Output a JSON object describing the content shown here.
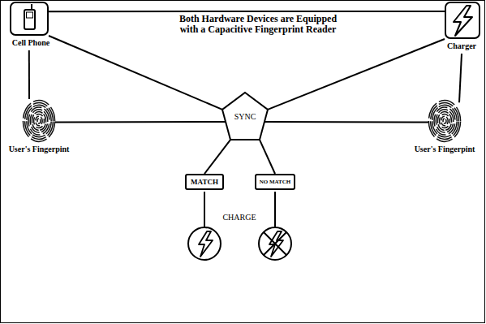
{
  "diagram": {
    "nodes": [
      {
        "text": [
          "Cell Phone"
        ]
      },
      {
        "text": [
          "Charger"
        ]
      },
      {
        "text": [
          "User's Fingerpint"
        ]
      },
      {
        "text": [
          "SYNC"
        ]
      },
      {
        "text": [
          "User's Fingerpint"
        ]
      },
      {
        "text": [
          "MATCH"
        ]
      },
      {
        "text": [
          "NO MATCH"
        ]
      }
    ],
    "edges": [
      {
        "from": 0,
        "to": 1,
        "arrow": "none",
        "label": "Both Hardware Devices are Equipped with a Capacitive Fingerprint Reader"
      },
      {
        "from": 0,
        "to": 3,
        "arrow": "none"
      },
      {
        "from": 1,
        "to": 3,
        "arrow": "none"
      },
      {
        "from": 0,
        "to": 2,
        "arrow": "none"
      },
      {
        "from": 1,
        "to": 4,
        "arrow": "none"
      },
      {
        "from": 2,
        "to": 3,
        "arrow": "none"
      },
      {
        "from": 4,
        "to": 3,
        "arrow": "none"
      },
      {
        "from": 3,
        "to": 5,
        "arrow": "none"
      },
      {
        "from": 3,
        "to": 6,
        "arrow": "none"
      }
    ],
    "labels": [
      "CHARGE"
    ]
  }
}
